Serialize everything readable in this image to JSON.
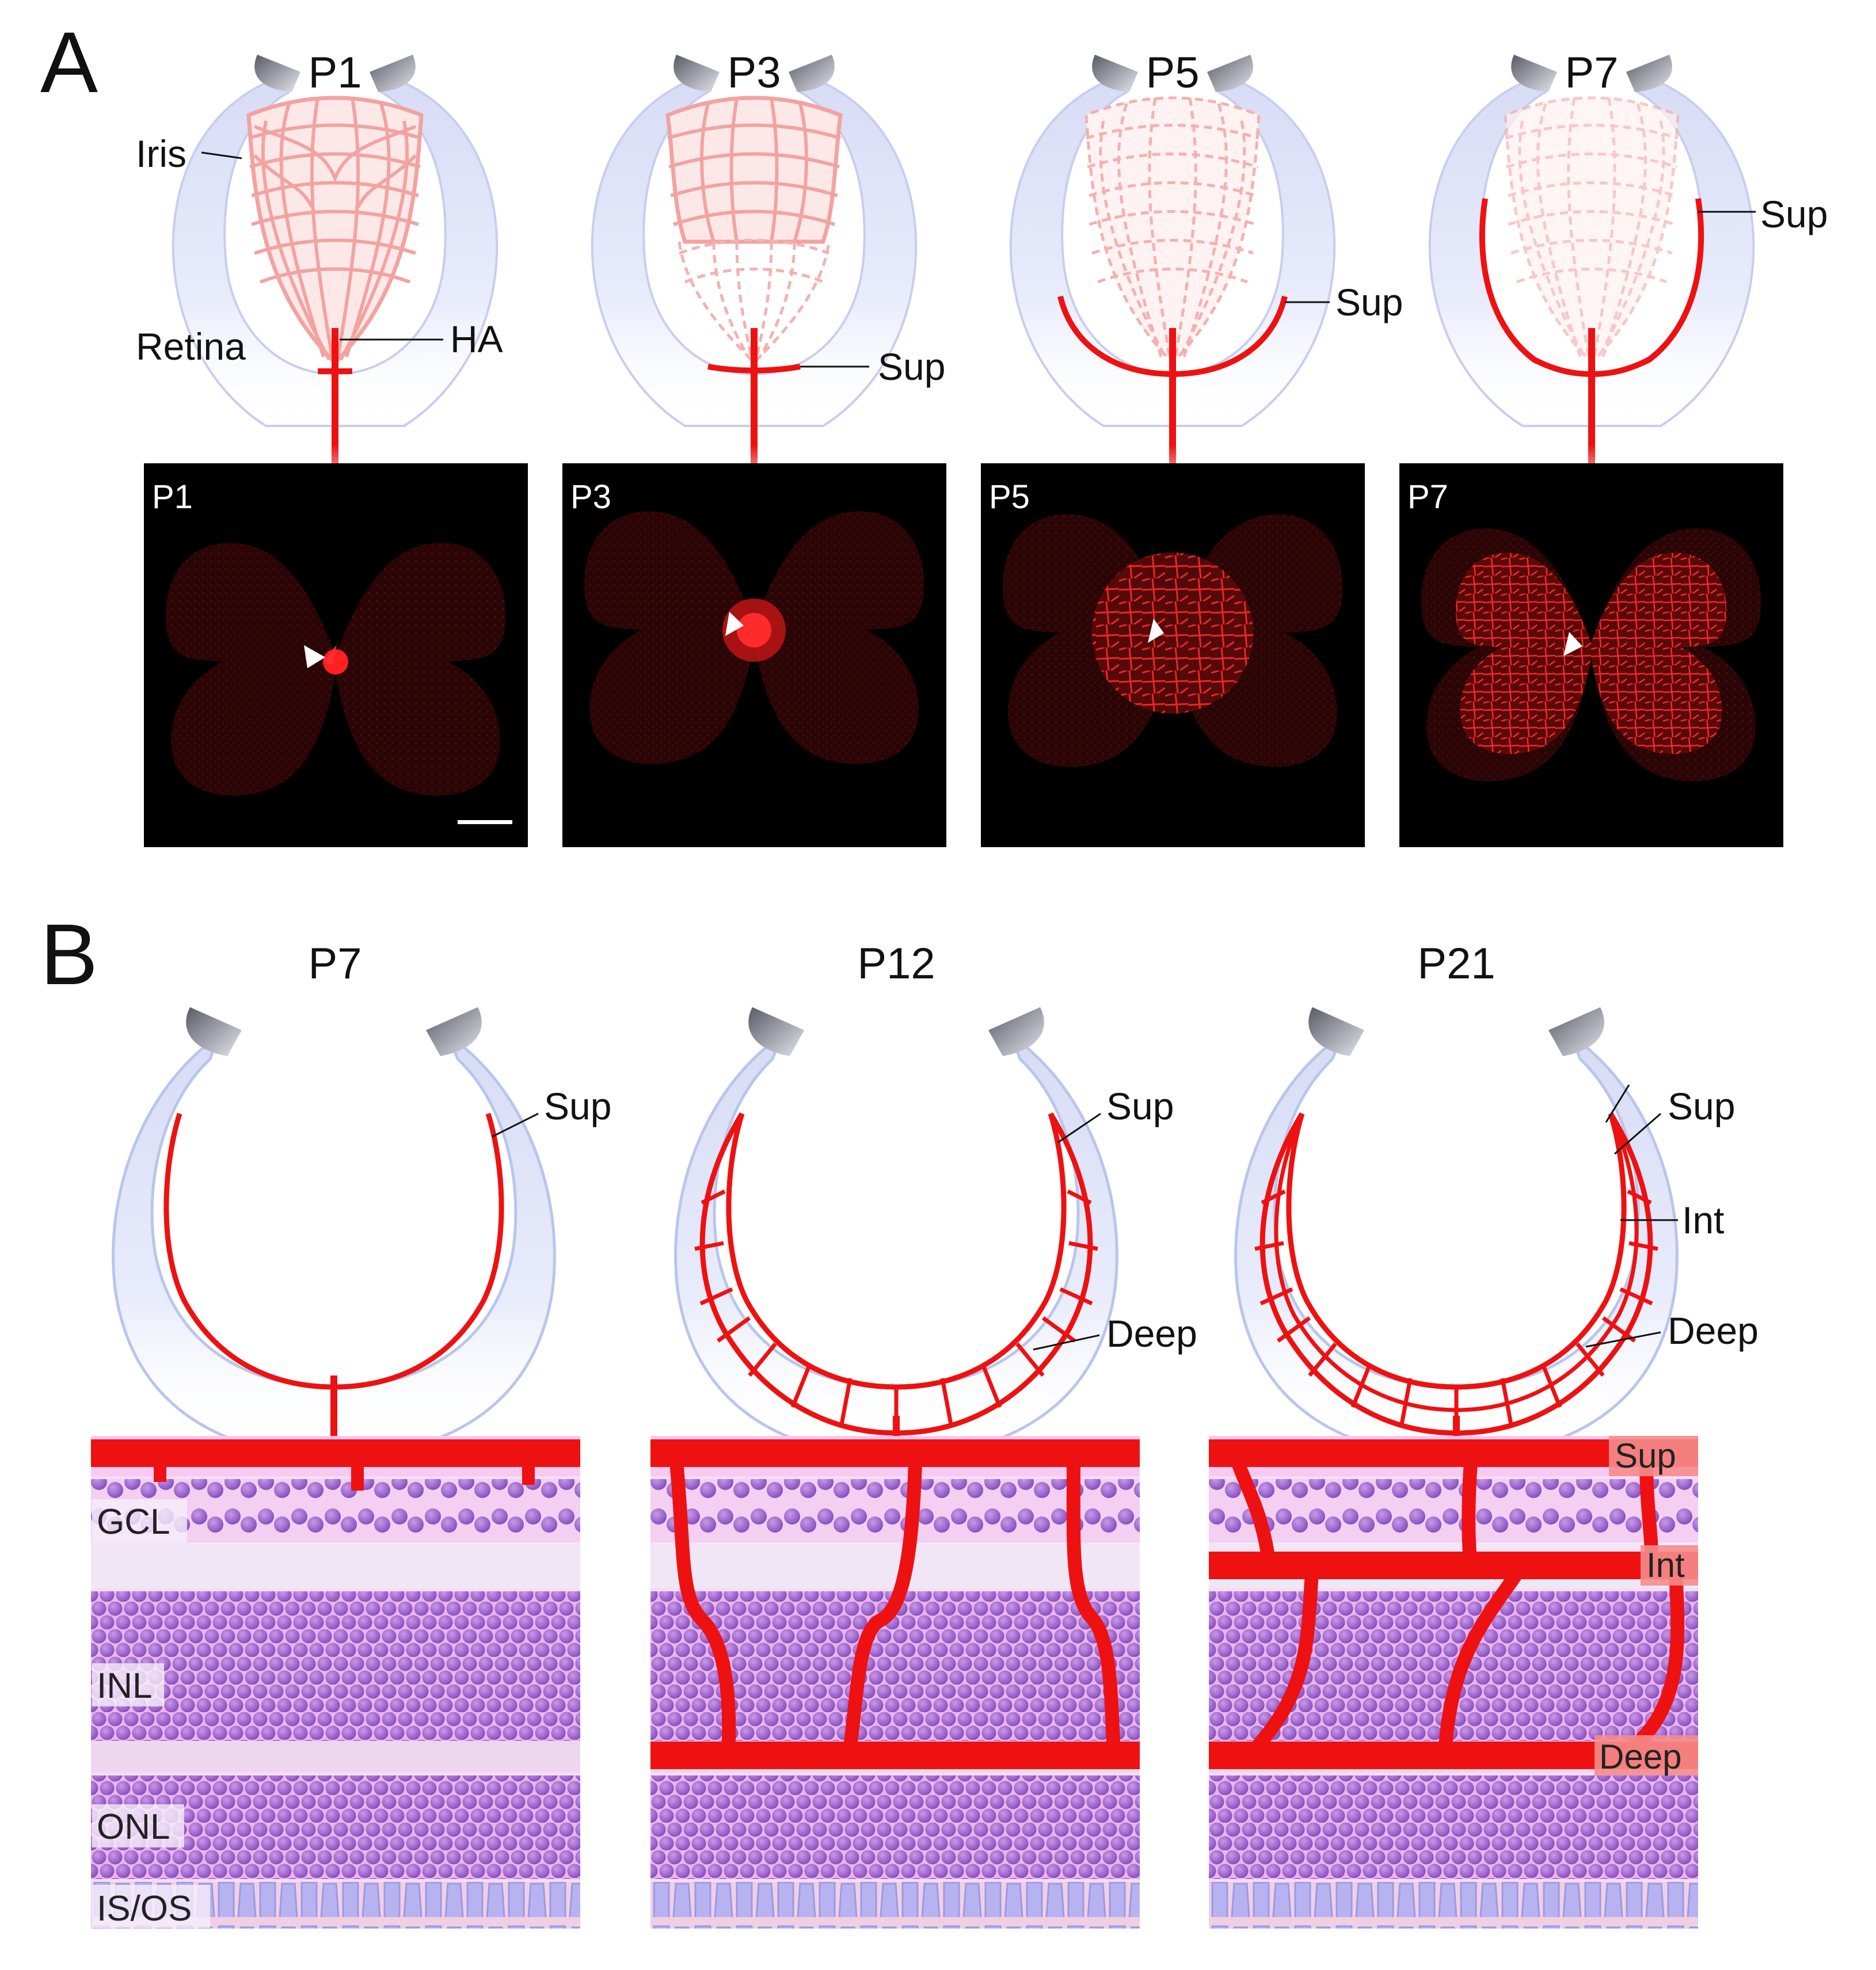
{
  "panel_a": {
    "letter": "A",
    "stages": [
      "P1",
      "P3",
      "P5",
      "P7"
    ],
    "labels": {
      "iris": "Iris",
      "retina": "Retina",
      "ha": "HA",
      "sup": "Sup"
    },
    "micrographs": [
      "P1",
      "P3",
      "P5",
      "P7"
    ]
  },
  "panel_b": {
    "letter": "B",
    "stages": [
      "P7",
      "P12",
      "P21"
    ],
    "labels": {
      "sup": "Sup",
      "int": "Int",
      "deep": "Deep"
    },
    "layers": [
      "GCL",
      "INL",
      "ONL",
      "IS/OS"
    ],
    "vessel_labels": [
      "Sup",
      "Int",
      "Deep"
    ]
  },
  "colors": {
    "vessel_red": "#ee1111",
    "hyaloid_pink": "#f4a7a5",
    "eyecup_lavender": "#dfe3f7",
    "nuclei_purple": "#9f67cf",
    "tissue_pink": "#f4d0f1"
  }
}
